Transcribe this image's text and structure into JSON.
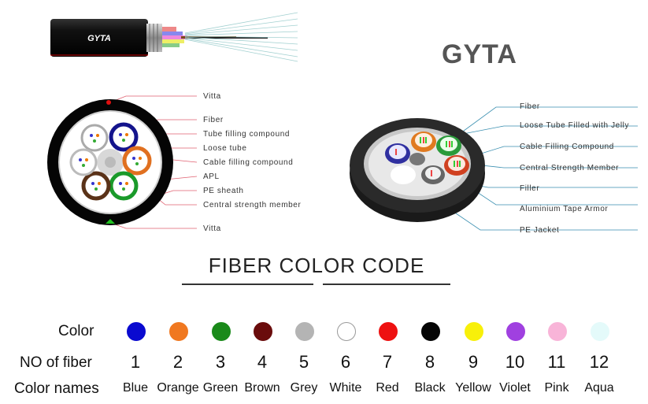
{
  "cable_label": "GYTA",
  "title": "GYTA",
  "left_labels": [
    "Vitta",
    "Fiber",
    "Tube filling compound",
    "Loose tube",
    "Cable filling compound",
    "APL",
    "PE sheath",
    "Central strength member",
    "Vitta"
  ],
  "right_labels": [
    "Fiber",
    "Loose Tube Filled with Jelly",
    "Cable Filling Compound",
    "Central Strength Member",
    "Filler",
    "Aluminium Tape Armor",
    "PE  Jacket"
  ],
  "code_title": "FIBER COLOR CODE",
  "rows": {
    "color": "Color",
    "number": "NO of fiber",
    "names": "Color names"
  },
  "fibers": [
    {
      "no": "1",
      "name": "Blue",
      "color": "#0a0ad0"
    },
    {
      "no": "2",
      "name": "Orange",
      "color": "#f07820"
    },
    {
      "no": "3",
      "name": "Green",
      "color": "#1a8a1a"
    },
    {
      "no": "4",
      "name": "Brown",
      "color": "#6a0c0c"
    },
    {
      "no": "5",
      "name": "Grey",
      "color": "#b4b4b4"
    },
    {
      "no": "6",
      "name": "White",
      "color": "#ffffff"
    },
    {
      "no": "7",
      "name": "Red",
      "color": "#ee1111"
    },
    {
      "no": "8",
      "name": "Black",
      "color": "#050505"
    },
    {
      "no": "9",
      "name": "Yellow",
      "color": "#f8f00a"
    },
    {
      "no": "10",
      "name": "Violet",
      "color": "#a040e0"
    },
    {
      "no": "11",
      "name": "Pink",
      "color": "#f8b4d8"
    },
    {
      "no": "12",
      "name": "Aqua",
      "color": "#e4fafa"
    }
  ]
}
